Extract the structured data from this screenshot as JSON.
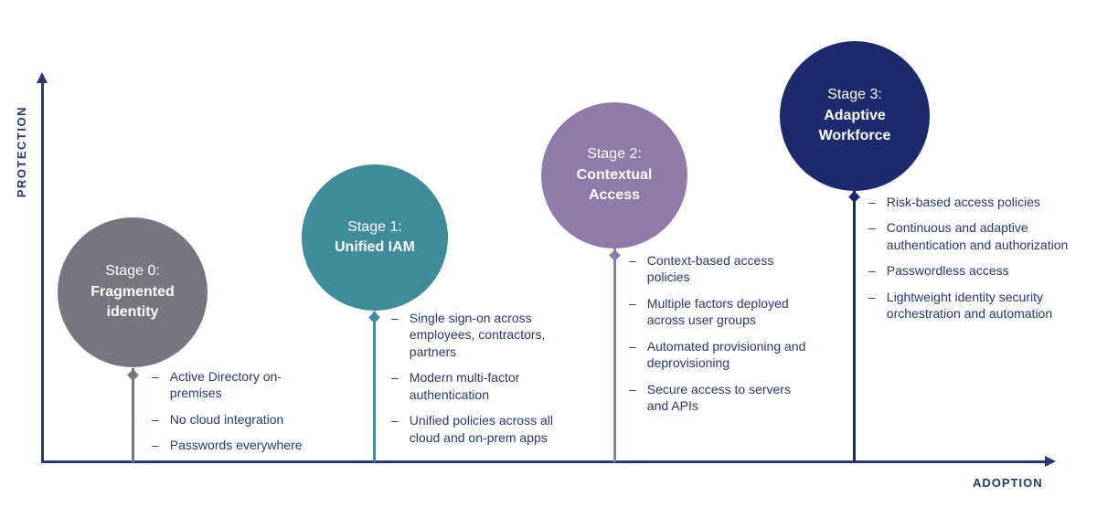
{
  "diagram": {
    "y_axis_label": "PROTECTION",
    "x_axis_label": "ADOPTION",
    "bullet_marker": "–"
  },
  "colors": {
    "axis_and_text_navy": "#2a3677",
    "stage0_gray": "#77757e",
    "stage1_teal": "#3f8c9b",
    "stage2_purple": "#8f7ba7",
    "stage3_navy": "#1b2b6d"
  },
  "stages": [
    {
      "label": "Stage 0:",
      "name": "Fragmented identity",
      "color": "#77757e",
      "bullets": [
        "Active Directory on-premises",
        "No cloud integration",
        "Passwords everywhere"
      ]
    },
    {
      "label": "Stage 1:",
      "name": "Unified IAM",
      "color": "#3f8c9b",
      "bullets": [
        "Single sign-on across employees, contractors, partners",
        "Modern multi-factor authentication",
        "Unified policies across all cloud and on-prem apps"
      ]
    },
    {
      "label": "Stage 2:",
      "name": "Contextual Access",
      "color": "#8f7ba7",
      "bullets": [
        "Context-based access policies",
        "Multiple factors deployed across user groups",
        "Automated provisioning and deprovisioning",
        "Secure access to servers and APIs"
      ]
    },
    {
      "label": "Stage 3:",
      "name": "Adaptive Workforce",
      "color": "#1b2b6d",
      "bullets": [
        "Risk-based access policies",
        "Continuous and adaptive authentication and authorization",
        "Passwordless access",
        "Lightweight identity security orchestration and automation"
      ]
    }
  ]
}
